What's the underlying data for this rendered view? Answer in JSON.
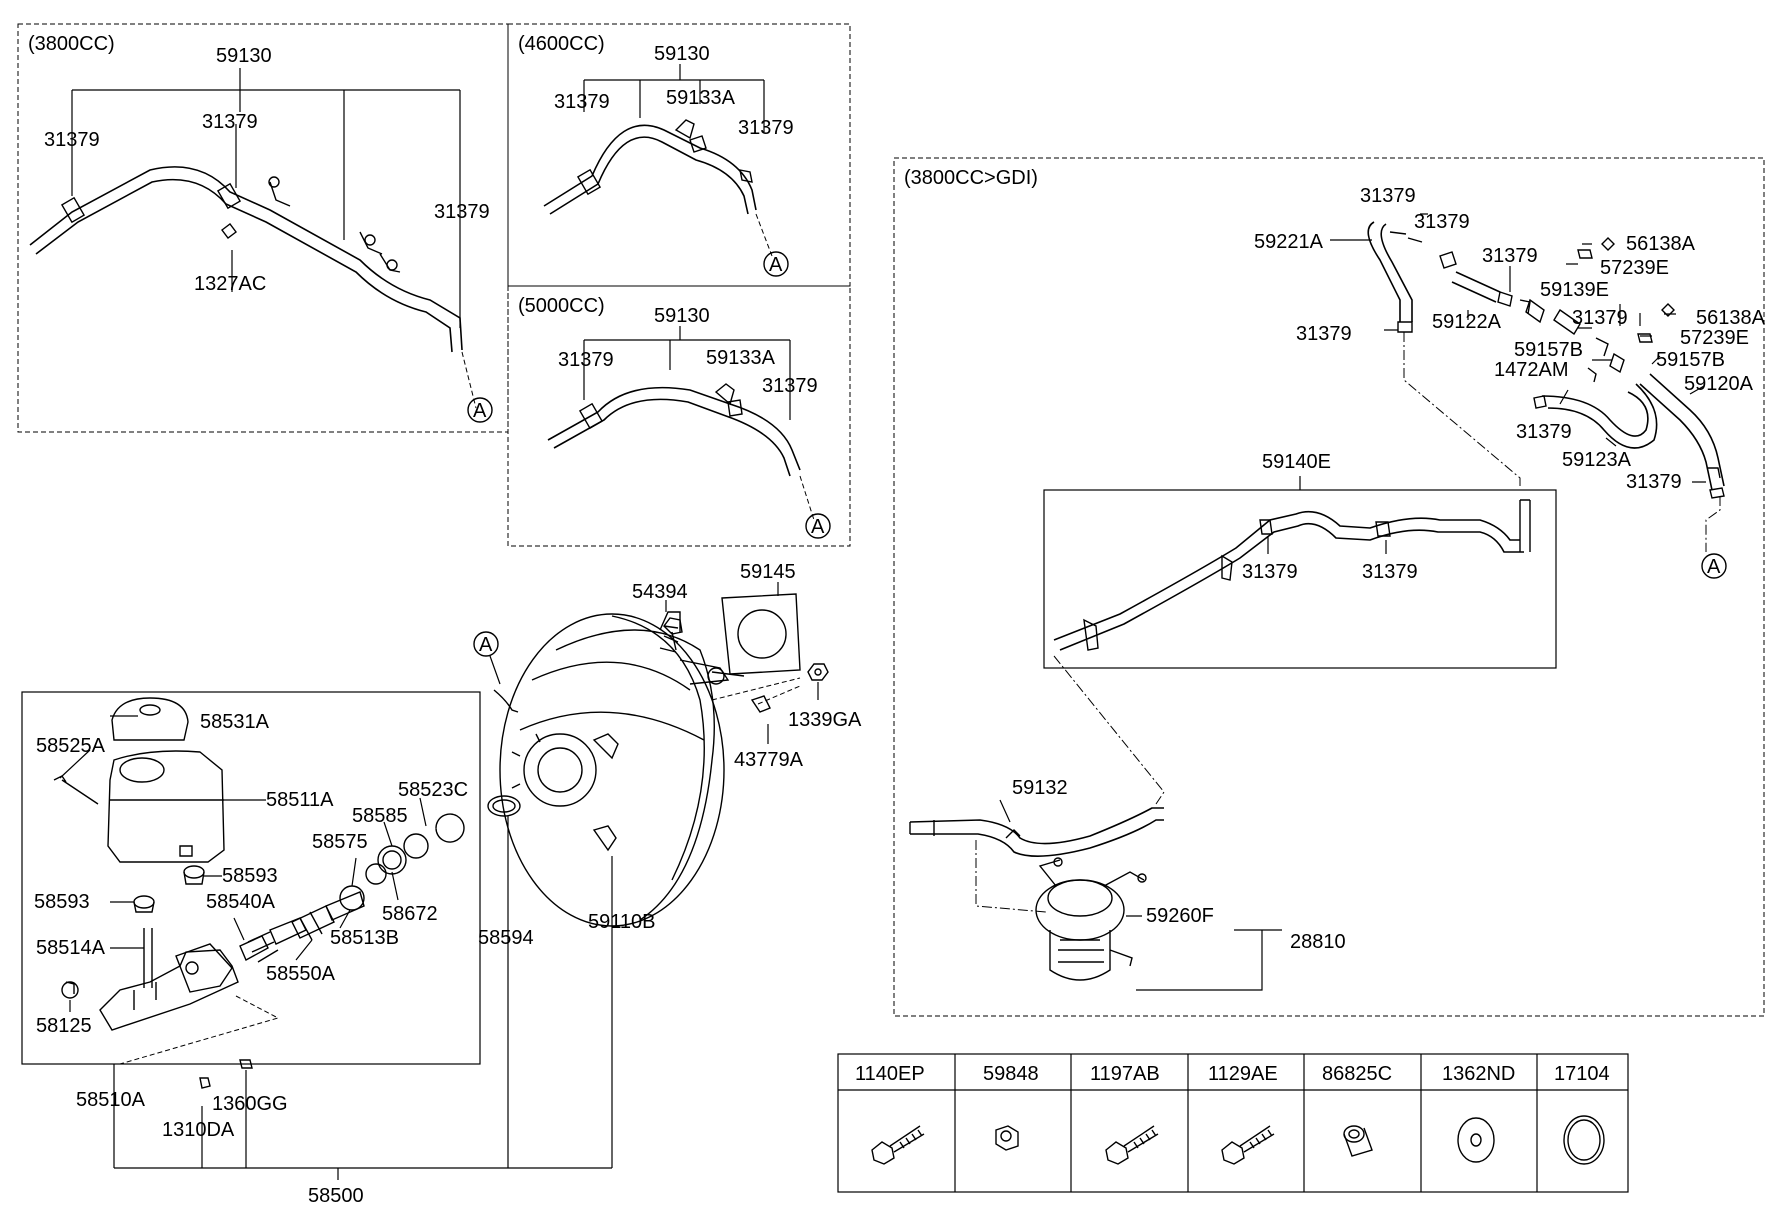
{
  "groups": {
    "g3800": "(3800CC)",
    "g4600": "(4600CC)",
    "g5000": "(5000CC)",
    "gdi": "(3800CC>GDI)"
  },
  "ref_marker": "A",
  "labels": {
    "g3800": [
      "59130",
      "31379",
      "31379",
      "31379",
      "1327AC"
    ],
    "g4600": [
      "59130",
      "31379",
      "59133A",
      "31379"
    ],
    "g5000": [
      "59130",
      "31379",
      "59133A",
      "31379"
    ],
    "gdi": [
      "31379",
      "31379",
      "59221A",
      "31379",
      "56138A",
      "57239E",
      "59139E",
      "31379",
      "56138A",
      "59122A",
      "57239E",
      "31379",
      "59157B",
      "59157B",
      "1472AM",
      "59120A",
      "31379",
      "59123A",
      "31379",
      "59140E",
      "31379",
      "31379",
      "59132",
      "59260F",
      "28810"
    ],
    "booster": [
      "54394",
      "59145",
      "1339GA",
      "43779A",
      "59110B",
      "58594",
      "58500"
    ],
    "master": [
      "58531A",
      "58525A",
      "58511A",
      "58523C",
      "58585",
      "58575",
      "58593",
      "58593",
      "58540A",
      "58672",
      "58513B",
      "58514A",
      "58550A",
      "58125",
      "58510A",
      "1360GG",
      "1310DA"
    ]
  },
  "parts_table": {
    "headers": [
      "1140EP",
      "59848",
      "1197AB",
      "1129AE",
      "86825C",
      "1362ND",
      "17104"
    ],
    "icons": [
      "flange-bolt-icon",
      "nut-icon",
      "flange-bolt-icon",
      "flange-bolt-icon",
      "bushing-icon",
      "washer-icon",
      "o-ring-icon"
    ]
  }
}
